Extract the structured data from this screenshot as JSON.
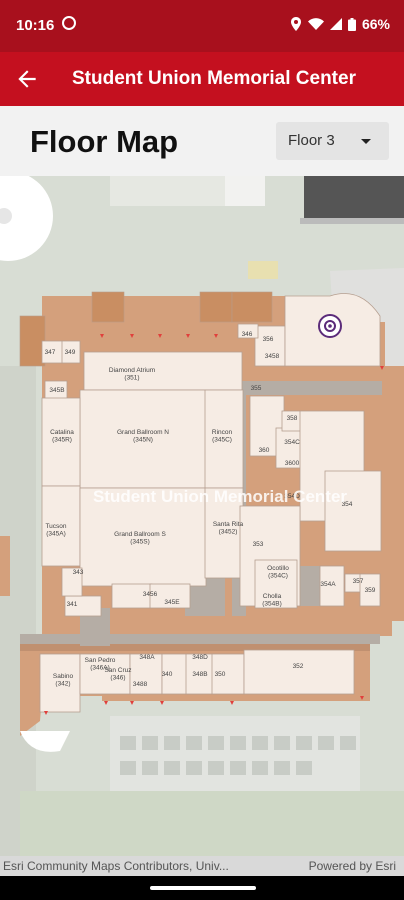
{
  "status_bar": {
    "time": "10:16",
    "battery": "66%"
  },
  "app_bar": {
    "title": "Student Union Memorial Center"
  },
  "header": {
    "title": "Floor Map"
  },
  "floor_selector": {
    "selected": "Floor 3"
  },
  "map": {
    "building_label": "Student Union Memorial Center",
    "rooms": [
      {
        "id": "r347",
        "label": "347"
      },
      {
        "id": "r349",
        "label": "349"
      },
      {
        "id": "r345b",
        "label": "345B"
      },
      {
        "id": "r351",
        "label": "Diamond Atrium\n(351)"
      },
      {
        "id": "r346",
        "label": "346"
      },
      {
        "id": "r356",
        "label": "356"
      },
      {
        "id": "r3458",
        "label": "3458"
      },
      {
        "id": "r355",
        "label": "355"
      },
      {
        "id": "r345r",
        "label": "Catalina\n(345R)"
      },
      {
        "id": "r345n",
        "label": "Grand Ballroom N\n(345N)"
      },
      {
        "id": "r345c",
        "label": "Rincon\n(345C)"
      },
      {
        "id": "r360",
        "label": "360"
      },
      {
        "id": "r358",
        "label": "358"
      },
      {
        "id": "r354c",
        "label": "354C"
      },
      {
        "id": "r3600",
        "label": "3600"
      },
      {
        "id": "r354",
        "label": "354"
      },
      {
        "id": "r354d",
        "label": "354D"
      },
      {
        "id": "r345a",
        "label": "Tucson\n(345A)"
      },
      {
        "id": "r345s",
        "label": "Grand Ballroom S\n(345S)"
      },
      {
        "id": "r3452",
        "label": "Santa Rita\n(3452)"
      },
      {
        "id": "r353",
        "label": "353"
      },
      {
        "id": "r343",
        "label": "343"
      },
      {
        "id": "r354c2",
        "label": "Ocotillo\n(354C)"
      },
      {
        "id": "r357",
        "label": "357"
      },
      {
        "id": "r354a",
        "label": "354A"
      },
      {
        "id": "r359",
        "label": "359"
      },
      {
        "id": "r3456",
        "label": "3456"
      },
      {
        "id": "r345e",
        "label": "345E"
      },
      {
        "id": "r341",
        "label": "341"
      },
      {
        "id": "r354b",
        "label": "Cholla\n(354B)"
      },
      {
        "id": "r346a",
        "label": "San Pedro\n(346A)"
      },
      {
        "id": "r348a",
        "label": "348A"
      },
      {
        "id": "r348d",
        "label": "348D"
      },
      {
        "id": "r352",
        "label": "352"
      },
      {
        "id": "r342",
        "label": "Sabino\n(342)"
      },
      {
        "id": "r3466",
        "label": "San Cruz\n(346)"
      },
      {
        "id": "r3488",
        "label": "3488"
      },
      {
        "id": "r340",
        "label": "340"
      },
      {
        "id": "r348b",
        "label": "348B"
      },
      {
        "id": "r350",
        "label": "350"
      }
    ],
    "attribution_left": "Esri Community Maps Contributors, Univ...",
    "attribution_right": "Powered by Esri"
  },
  "colors": {
    "status_bar": "#a8101d",
    "app_bar": "#c4101f",
    "room_fill": "#f6ece4",
    "corridor": "#d4a07c",
    "walls": "#b69f90"
  }
}
